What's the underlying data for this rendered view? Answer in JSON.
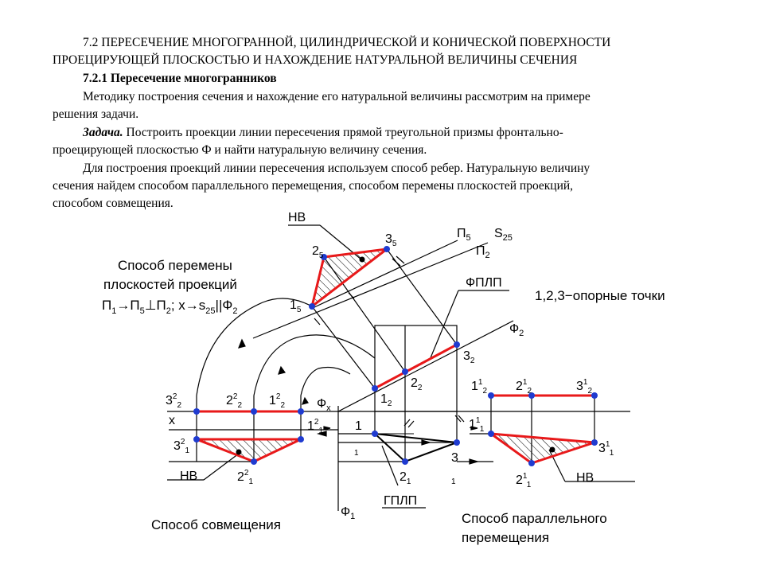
{
  "text": {
    "heading_line1": "7.2 ПЕРЕСЕЧЕНИЕ МНОГОГРАННОЙ, ЦИЛИНДРИЧЕСКОЙ И КОНИЧЕСКОЙ ПОВЕРХНОСТИ",
    "heading_line2": "ПРОЕЦИРУЮЩЕЙ  ПЛОСКОСТЬЮ И НАХОЖДЕНИЕ НАТУРАЛЬНОЙ ВЕЛИЧИНЫ СЕЧЕНИЯ",
    "subheading": "7.2.1 Пересечение многогранников",
    "para1_line1": "Методику построения сечения и нахождение его натуральной величины рассмотрим на примере",
    "para1_line2": "решения задачи.",
    "task_label": "Задача.",
    "task_line1": " Построить проекции линии пересечения прямой треугольной призмы фронтально-",
    "task_line2": "проецирующей плоскостью Ф и найти натуральную величину сечения.",
    "para3_line1": "Для построения проекций линии пересечения используем способ ребер. Натуральную величину",
    "para3_line2": "сечения найдем способом параллельного перемещения, способом перемены плоскостей проекций,",
    "para3_line3": "способом совмещения."
  },
  "captions": {
    "method_change_line1": "Способ перемены",
    "method_change_line2": "плоскостей проекций",
    "method_combine": "Способ совмещения",
    "method_parallel_line1": "Способ параллельного",
    "method_parallel_line2": "перемещения",
    "reference_points": "1,2,3−опорные точки",
    "fplp": "ФПЛП",
    "gplp": "ГПЛП",
    "nv": "НВ"
  },
  "labels": {
    "phi_x": "Ф",
    "phi_x_sub": "х",
    "phi_1": "Ф",
    "phi_1_sub": "1",
    "phi_2": "Ф",
    "phi_2_sub": "2",
    "pi_5": "П",
    "pi_5_sub": "5",
    "pi_2": "П",
    "pi_2_sub": "2",
    "s_25": "S",
    "s_25_sub": "25",
    "x_axis": "x"
  },
  "colors": {
    "section_line": "#e8191a",
    "construction_line": "#000000",
    "background": "#ffffff"
  }
}
